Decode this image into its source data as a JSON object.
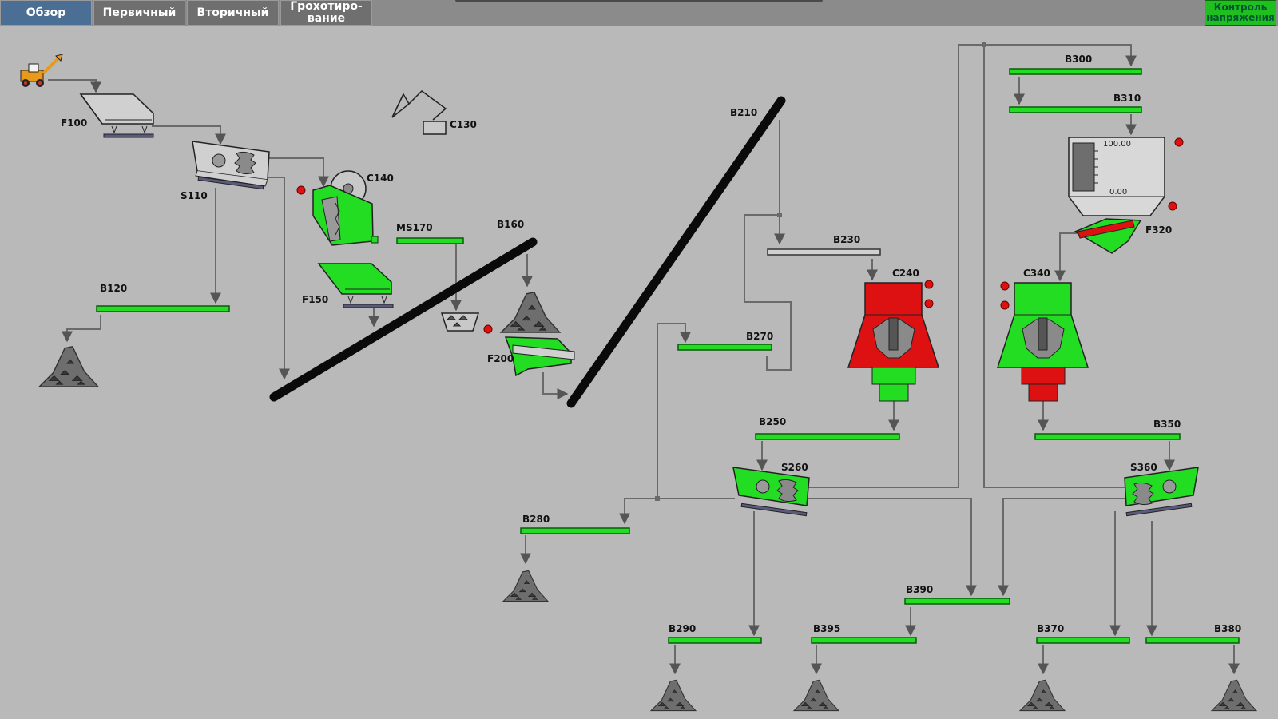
{
  "tabs": [
    {
      "label": "Обзор",
      "active": true
    },
    {
      "label": "Первичный",
      "active": false
    },
    {
      "label": "Вторичный",
      "active": false
    },
    {
      "label": "Грохотиро-\nвание",
      "active": false
    }
  ],
  "voltage_button": "Контроль\nнапряжения",
  "equipment": {
    "F100": "F100",
    "S110": "S110",
    "B120": "B120",
    "C130": "C130",
    "C140": "C140",
    "F150": "F150",
    "MS170": "MS170",
    "B160": "B160",
    "F200": "F200",
    "B210": "B210",
    "B230": "B230",
    "B270": "B270",
    "C240": "C240",
    "B250": "B250",
    "S260": "S260",
    "B280": "B280",
    "B290": "B290",
    "B395": "B395",
    "B390": "B390",
    "B300": "B300",
    "B310": "B310",
    "F320": "F320",
    "C340": "C340",
    "B350": "B350",
    "S360": "S360",
    "B370": "B370",
    "B380": "B380"
  },
  "bin_gauge": {
    "max_label": "100.00",
    "min_label": "0.00"
  },
  "colors": {
    "running": "#22dd22",
    "fault": "#dd1111",
    "stopped": "#d0d0d0",
    "background": "#b9b9b9"
  }
}
